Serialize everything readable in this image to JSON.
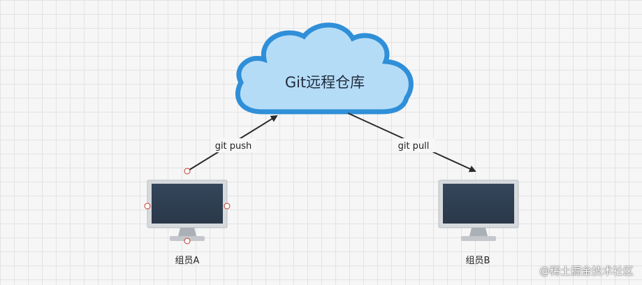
{
  "diagram": {
    "cloud": {
      "label": "Git远程仓库",
      "fill": "#b5dcf7",
      "stroke": "#2f8fd8"
    },
    "edges": [
      {
        "label": "git push"
      },
      {
        "label": "git pull"
      }
    ],
    "nodes": [
      {
        "label": "组员A"
      },
      {
        "label": "组员B"
      }
    ],
    "colors": {
      "monitor_frame": "#d7dadd",
      "monitor_screen": "#2f3f52",
      "arrow": "#2b2b2b"
    }
  },
  "watermark": "@稀土掘金技术社区"
}
